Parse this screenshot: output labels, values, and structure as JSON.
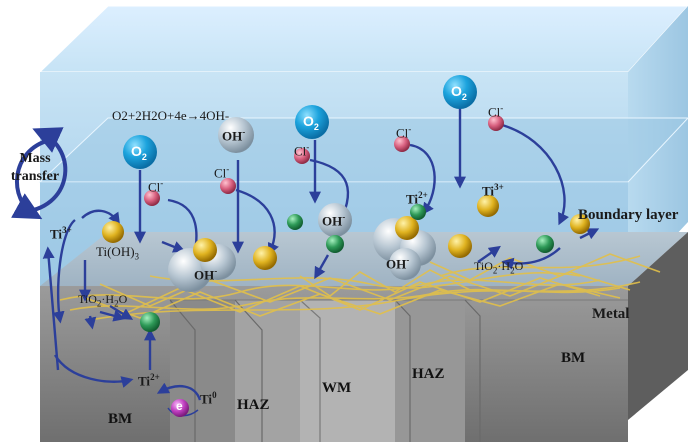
{
  "reaction": {
    "cathodic": "O2+2H2O+4e→4OH-"
  },
  "side_labels": {
    "boundary_layer": "Boundary layer",
    "metal": "Metal",
    "mass_transfer": "Mass transfer"
  },
  "zones": [
    "BM",
    "HAZ",
    "WM",
    "HAZ",
    "BM"
  ],
  "species": {
    "o2": "O",
    "o2_sub": "2",
    "oh": "OH",
    "oh_sup": "-",
    "cl": "Cl",
    "cl_sup": "-",
    "ti3": "Ti",
    "ti3_sup": "3+",
    "ti2": "Ti",
    "ti2_sup": "2+",
    "ti0": "Ti",
    "ti0_sup": "0",
    "electron": "e",
    "tioh3": "Ti(OH)",
    "tioh3_sub": "3",
    "tio2": "TiO",
    "tio2_sub": "2",
    "tio2_tail": "·H",
    "tio2_sub2": "2",
    "tio2_end": "O"
  },
  "colors": {
    "solution": "#b9dcef",
    "boundary": "#a9cfe6",
    "metal_front": "#8c8c8c",
    "arrow": "#2c3f9a",
    "o2": "#1c9fd6",
    "oh": "#b7c4cf",
    "cl": "#d45a7b",
    "ti_gold": "#e0b320",
    "ti_green": "#2e9a58",
    "mesh": "#e2c04a",
    "electron": "#c040c0"
  }
}
